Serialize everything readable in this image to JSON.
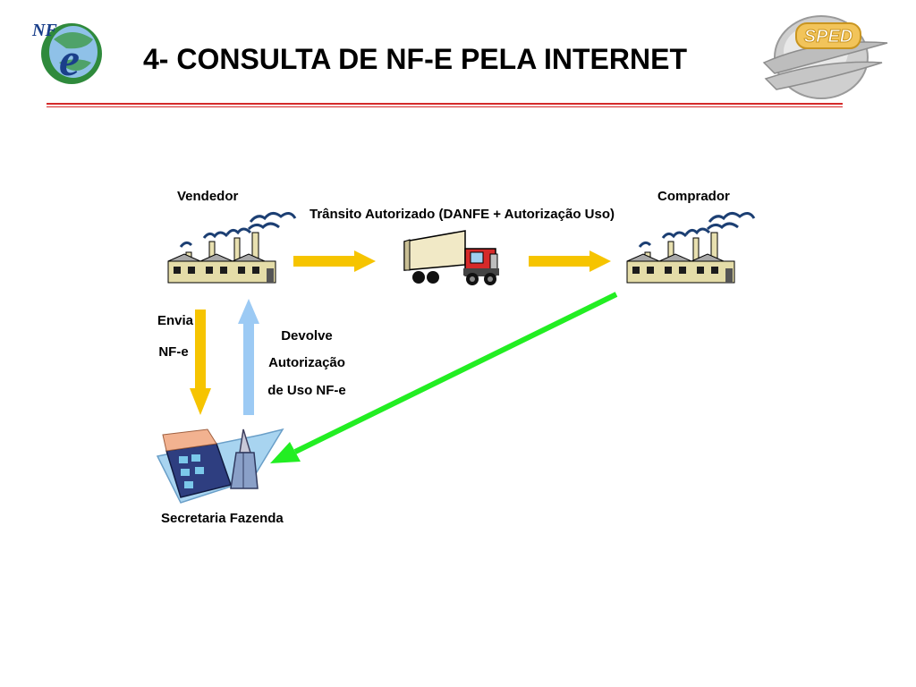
{
  "title": "4- CONSULTA DE NF-E PELA INTERNET",
  "logos": {
    "nfe_text": "NF",
    "nfe_letter": "e",
    "sped_text": "SPED"
  },
  "nodes": {
    "vendedor": "Vendedor",
    "comprador": "Comprador",
    "secretaria": "Secretaria Fazenda"
  },
  "edges": {
    "transito": "Trânsito Autorizado (DANFE + Autorização Uso)",
    "envia_line1": "Envia",
    "envia_line2": "NF-e",
    "devolve_line1": "Devolve",
    "devolve_line2": "Autorização",
    "devolve_line3": "de Uso NF-e"
  },
  "colors": {
    "title_rule": "#d42a2a",
    "yellow_arrow": "#f6c400",
    "blue_arrow": "#9ccaf4",
    "green_arrow": "#22ee22"
  }
}
